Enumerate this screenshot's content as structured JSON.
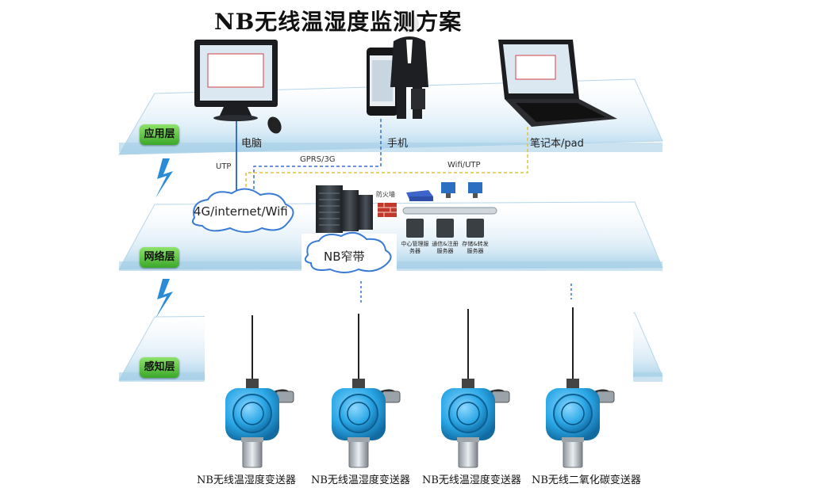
{
  "title": "NB无线温湿度监测方案",
  "layers": [
    {
      "label": "应用层"
    },
    {
      "label": "网络层"
    },
    {
      "label": "感知层"
    }
  ],
  "terminals": {
    "computer": "电脑",
    "phone": "手机",
    "laptop": "笔记本/pad"
  },
  "links": {
    "utp": "UTP",
    "gprs": "GPRS/3G",
    "wifi_utp": "Wifi/UTP"
  },
  "network": {
    "cloud_internet": "4G/internet/Wifi",
    "cloud_nb": "NB窄带",
    "firewall": "防火墙",
    "servers": [
      "中心管理服务器",
      "通信&注册服务器",
      "存储&转发服务器"
    ]
  },
  "devices": [
    {
      "label": "NB无线温湿度变送器"
    },
    {
      "label": "NB无线温湿度变送器"
    },
    {
      "label": "NB无线温湿度变送器"
    },
    {
      "label": "NB无线二氧化碳变送器"
    }
  ],
  "colors": {
    "layer_glass": "#d8ecf7",
    "layer_tag": "#4cbb36",
    "link_blue": "#3a6fd0",
    "link_yellow": "#e0c23a",
    "lightning": "#2c8bd6",
    "device_blue": "#2aa7e6"
  }
}
